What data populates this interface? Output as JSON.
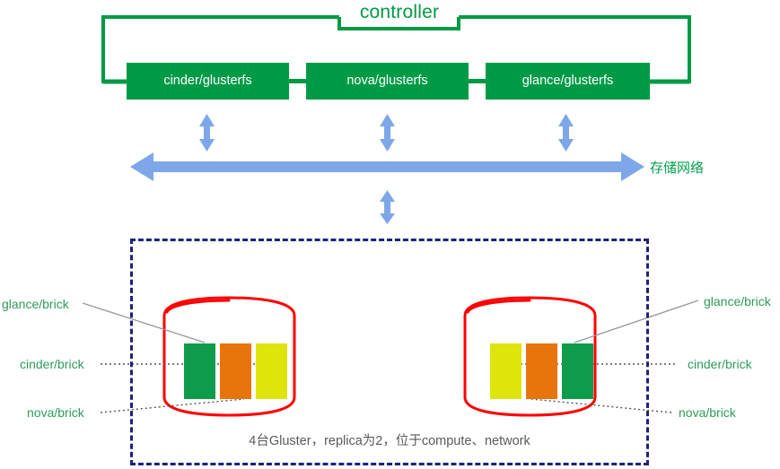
{
  "diagram": {
    "title_label": "controller",
    "controller": {
      "label": "controller",
      "border_color": "#009A46",
      "services": [
        {
          "name": "service-cinder",
          "label": "cinder/glusterfs"
        },
        {
          "name": "service-nova",
          "label": "nova/glusterfs"
        },
        {
          "name": "service-glance",
          "label": "glance/glusterfs"
        }
      ]
    },
    "network": {
      "label": "存储网络",
      "label_color": "#00A14B",
      "bus_color": "#7DA7E8",
      "connector_arrows": 4
    },
    "storage_region": {
      "border_color": "#1F2080",
      "border_style": "dashed",
      "caption": "4台Gluster，replica为2，位于compute、network",
      "caption_color": "#5A5A5A",
      "cylinder_color": "#FF0000",
      "cylinders": [
        {
          "name": "gluster-node-left",
          "bricks": [
            {
              "label": "glance/brick",
              "color": "#0E9B4A"
            },
            {
              "label": "cinder/brick",
              "color": "#E8740C"
            },
            {
              "label": "nova/brick",
              "color": "#DFE40B"
            }
          ]
        },
        {
          "name": "gluster-node-right",
          "bricks": [
            {
              "label": "nova/brick",
              "color": "#DFE40B"
            },
            {
              "label": "cinder/brick",
              "color": "#E8740C"
            },
            {
              "label": "glance/brick",
              "color": "#0E9B4A"
            }
          ]
        }
      ]
    },
    "callouts": {
      "left": [
        {
          "label": "glance/brick"
        },
        {
          "label": "cinder/brick"
        },
        {
          "label": "nova/brick"
        }
      ],
      "right": [
        {
          "label": "glance/brick"
        },
        {
          "label": "cinder/brick"
        },
        {
          "label": "nova/brick"
        }
      ],
      "color": "#2E9B57"
    }
  }
}
